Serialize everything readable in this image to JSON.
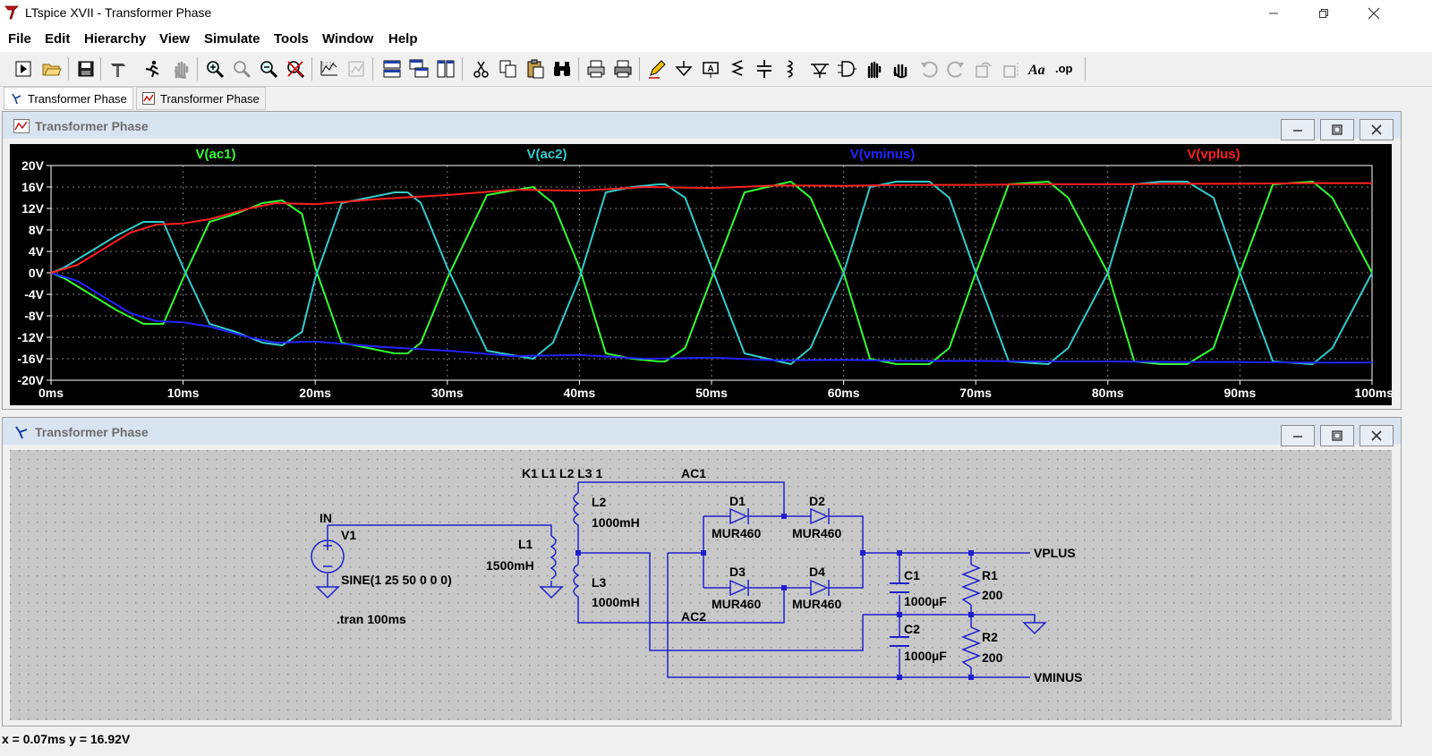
{
  "window": {
    "title": "LTspice XVII - Transformer Phase"
  },
  "menu": [
    "File",
    "Edit",
    "Hierarchy",
    "View",
    "Simulate",
    "Tools",
    "Window",
    "Help"
  ],
  "tabs": [
    {
      "label": "Transformer Phase",
      "icon": "schematic-icon",
      "active": true
    },
    {
      "label": "Transformer Phase",
      "icon": "waveform-icon",
      "active": false
    }
  ],
  "plot_window": {
    "title": "Transformer Phase"
  },
  "schematic_window": {
    "title": "Transformer Phase"
  },
  "chart_data": {
    "type": "line",
    "background": "#000000",
    "grid": true,
    "ylim": [
      -20,
      20
    ],
    "xlim": [
      0,
      100
    ],
    "yticks": [
      "20V",
      "16V",
      "12V",
      "8V",
      "4V",
      "0V",
      "-4V",
      "-8V",
      "-12V",
      "-16V",
      "-20V"
    ],
    "xticks": [
      "0ms",
      "10ms",
      "20ms",
      "30ms",
      "40ms",
      "50ms",
      "60ms",
      "70ms",
      "80ms",
      "90ms",
      "100ms"
    ],
    "series": [
      {
        "name": "V(ac1)",
        "color": "#33ff33",
        "x": [
          0,
          1,
          3,
          5,
          7,
          8.5,
          10,
          12,
          14,
          16,
          17.5,
          19,
          20,
          22,
          24,
          26,
          27,
          28,
          30,
          33,
          36.5,
          38,
          40,
          42,
          44,
          46,
          46.5,
          48,
          50,
          52.5,
          56,
          57.5,
          60,
          62,
          64,
          66,
          66.5,
          68,
          70,
          72.5,
          75.5,
          77,
          80,
          82,
          84,
          85.5,
          86,
          88,
          90,
          92.5,
          95.5,
          97,
          100
        ],
        "y": [
          0,
          -1,
          -4,
          -7,
          -9.5,
          -9.5,
          -1,
          9.5,
          11,
          13,
          13.5,
          11,
          1,
          -13,
          -14,
          -15,
          -15,
          -13,
          -1,
          14.5,
          16,
          13,
          1,
          -15,
          -16,
          -16.5,
          -16.5,
          -14,
          -1,
          15,
          17,
          14,
          0,
          -16,
          -17,
          -17,
          -17,
          -14,
          0,
          16.5,
          17,
          14,
          0,
          -16.5,
          -17,
          -17,
          -17,
          -14,
          0,
          16.5,
          17,
          14,
          0
        ]
      },
      {
        "name": "V(ac2)",
        "color": "#33cccc",
        "x": [
          0,
          1,
          3,
          5,
          7,
          8.5,
          10,
          12,
          14,
          16,
          17.5,
          19,
          20,
          22,
          24,
          26,
          27,
          28,
          30,
          33,
          36.5,
          38,
          40,
          42,
          44,
          46,
          46.5,
          48,
          50,
          52.5,
          56,
          57.5,
          60,
          62,
          64,
          66,
          66.5,
          68,
          70,
          72.5,
          75.5,
          77,
          80,
          82,
          84,
          85.5,
          86,
          88,
          90,
          92.5,
          95.5,
          97,
          100
        ],
        "y": [
          0,
          1,
          4,
          7,
          9.5,
          9.5,
          1,
          -9.5,
          -11,
          -13,
          -13.5,
          -11,
          -1,
          13,
          14,
          15,
          15,
          13,
          1,
          -14.5,
          -16,
          -13,
          -1,
          15,
          16,
          16.5,
          16.5,
          14,
          1,
          -15,
          -17,
          -14,
          0,
          16,
          17,
          17,
          17,
          14,
          0,
          -16.5,
          -17,
          -14,
          0,
          16.5,
          17,
          17,
          17,
          14,
          0,
          -16.5,
          -17,
          -14,
          0
        ]
      },
      {
        "name": "V(vminus)",
        "color": "#2424ff",
        "x": [
          0,
          2,
          4,
          6,
          8,
          10,
          12,
          15,
          17,
          20,
          25,
          30,
          35,
          40,
          45,
          50,
          55,
          60,
          65,
          70,
          75,
          80,
          85,
          90,
          95,
          100
        ],
        "y": [
          0,
          -1.5,
          -4.5,
          -7.5,
          -9,
          -9.2,
          -10,
          -12,
          -13,
          -12.8,
          -13.8,
          -14.5,
          -15.5,
          -15.3,
          -16,
          -15.8,
          -16.3,
          -16.2,
          -16.4,
          -16.4,
          -16.5,
          -16.5,
          -16.6,
          -16.6,
          -16.7,
          -16.7
        ]
      },
      {
        "name": "V(vplus)",
        "color": "#ff2020",
        "x": [
          0,
          2,
          4,
          6,
          8,
          10,
          12,
          15,
          17,
          20,
          25,
          30,
          35,
          40,
          45,
          50,
          55,
          60,
          65,
          70,
          75,
          80,
          85,
          90,
          95,
          100
        ],
        "y": [
          0,
          1.5,
          4.5,
          7.5,
          9,
          9.2,
          10,
          12,
          13,
          12.8,
          13.8,
          14.5,
          15.5,
          15.3,
          16,
          15.8,
          16.3,
          16.2,
          16.4,
          16.4,
          16.5,
          16.5,
          16.6,
          16.6,
          16.7,
          16.7
        ]
      }
    ]
  },
  "schematic": {
    "labels": {
      "coupling": "K1 L1 L2 L3 1",
      "ac1": "AC1",
      "ac2": "AC2",
      "in": "IN",
      "vplus": "VPLUS",
      "vminus": "VMINUS",
      "v1": "V1",
      "v1_value": "SINE(1 25 50 0 0 0)",
      "tran": ".tran 100ms",
      "l1": "L1",
      "l1_value": "1500mH",
      "l2": "L2",
      "l2_value": "1000mH",
      "l3": "L3",
      "l3_value": "1000mH",
      "d1": "D1",
      "d1_value": "MUR460",
      "d2": "D2",
      "d2_value": "MUR460",
      "d3": "D3",
      "d3_value": "MUR460",
      "d4": "D4",
      "d4_value": "MUR460",
      "c1": "C1",
      "c1_value": "1000µF",
      "c2": "C2",
      "c2_value": "1000µF",
      "r1": "R1",
      "r1_value": "200",
      "r2": "R2",
      "r2_value": "200"
    }
  },
  "status": {
    "readout": "x = 0.07ms   y = 16.92V"
  }
}
